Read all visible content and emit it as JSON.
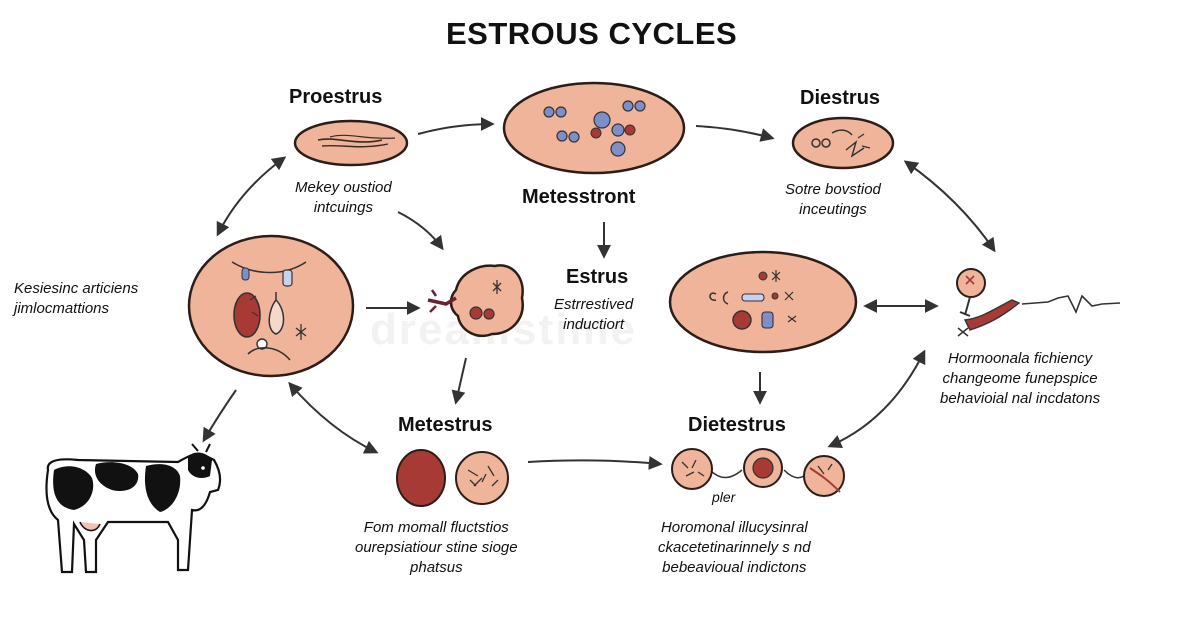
{
  "title": "ESTROUS CYCLES",
  "watermark": "dreamstime",
  "labels": {
    "proestrus": "Proestrus",
    "diestrus_top": "Diestrus",
    "metesstront": "Metesstront",
    "estrus": "Estrus",
    "metestrus": "Metestrus",
    "dietestrus": "Dietestrus",
    "pler": "pler"
  },
  "captions": {
    "proestrus": "Mekey oustiod\nintcuings",
    "diestrus": "Sotre bovstiod\ninceutings",
    "left": "Kesiesinc articiens\njimlocmattions",
    "estrus": "Estrrestived\ninductiort",
    "right": "Hormoonala fichiency\nchangeome funepspice\nbehavioial nal incdatons",
    "metestrus": "Fom momall fluctstios\nourepsiatiour stine sioge\nphatsus",
    "dietestrus": "Horomonal illucysinral\nckacetetinarinnely s nd\nbebeavioual indictons"
  },
  "colors": {
    "cell_fill": "#f0b49a",
    "cell_stroke": "#2b1d18",
    "dark_red": "#a83a36",
    "blue": "#7d8ec9",
    "arrow": "#333333"
  }
}
